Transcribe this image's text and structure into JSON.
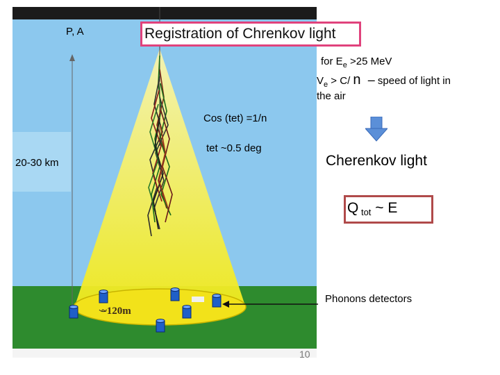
{
  "labels": {
    "pa": "P, A",
    "title": "Registration of Chrenkov light",
    "for_prefix": "for E",
    "for_sub": "e",
    "for_suffix": " >25  MeV",
    "ve_prefix": "V",
    "ve_sub": "e",
    "ve_suffix": " > C/ ",
    "ve_n": "n",
    "ve_dash": "–",
    "speed": " speed of light in",
    "air": "the air",
    "cos": "Cos (tet) =1/n",
    "tet": "tet ~0.5 deg",
    "km": "20-30 km",
    "cherenkov": "Cherenkov light",
    "q_main": "Q",
    "q_sub": " tot",
    "q_rest": " ~  E",
    "distance": "~120m",
    "phonons": "Phonons detectors",
    "slide_number": "10"
  },
  "colors": {
    "sky": "#8cc8ee",
    "ground": "#2e8b2e",
    "cone": "#f4ee3a",
    "title_border": "#e0427c",
    "q_border": "#b04a4a",
    "arrow": "#5b8fd8",
    "detector": "#1f5fc8"
  },
  "icons": {
    "down_arrow": "down-arrow-icon",
    "detector": "cylinder-detector-icon"
  }
}
